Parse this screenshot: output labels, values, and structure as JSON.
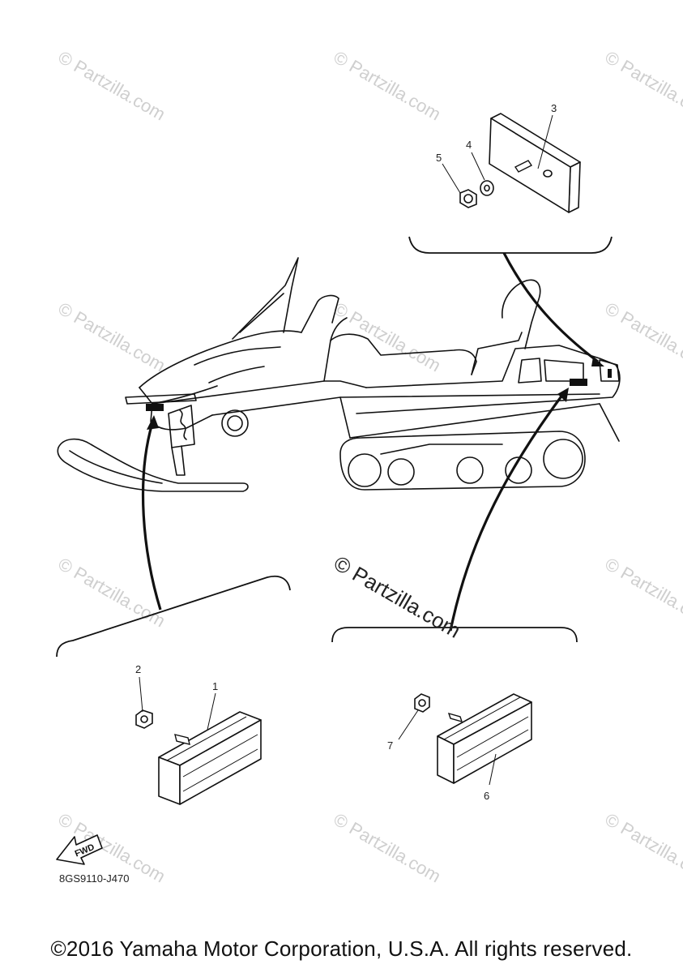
{
  "diagram": {
    "callouts": [
      "1",
      "2",
      "3",
      "4",
      "5",
      "6",
      "7"
    ],
    "part_code": "8GS9110-J470",
    "fwd_label": "FWD",
    "watermark": "© Partzilla.com",
    "center_watermark": "© Partzilla.com"
  },
  "footer": {
    "copyright": "©2016 Yamaha Motor Corporation, U.S.A. All rights reserved."
  }
}
